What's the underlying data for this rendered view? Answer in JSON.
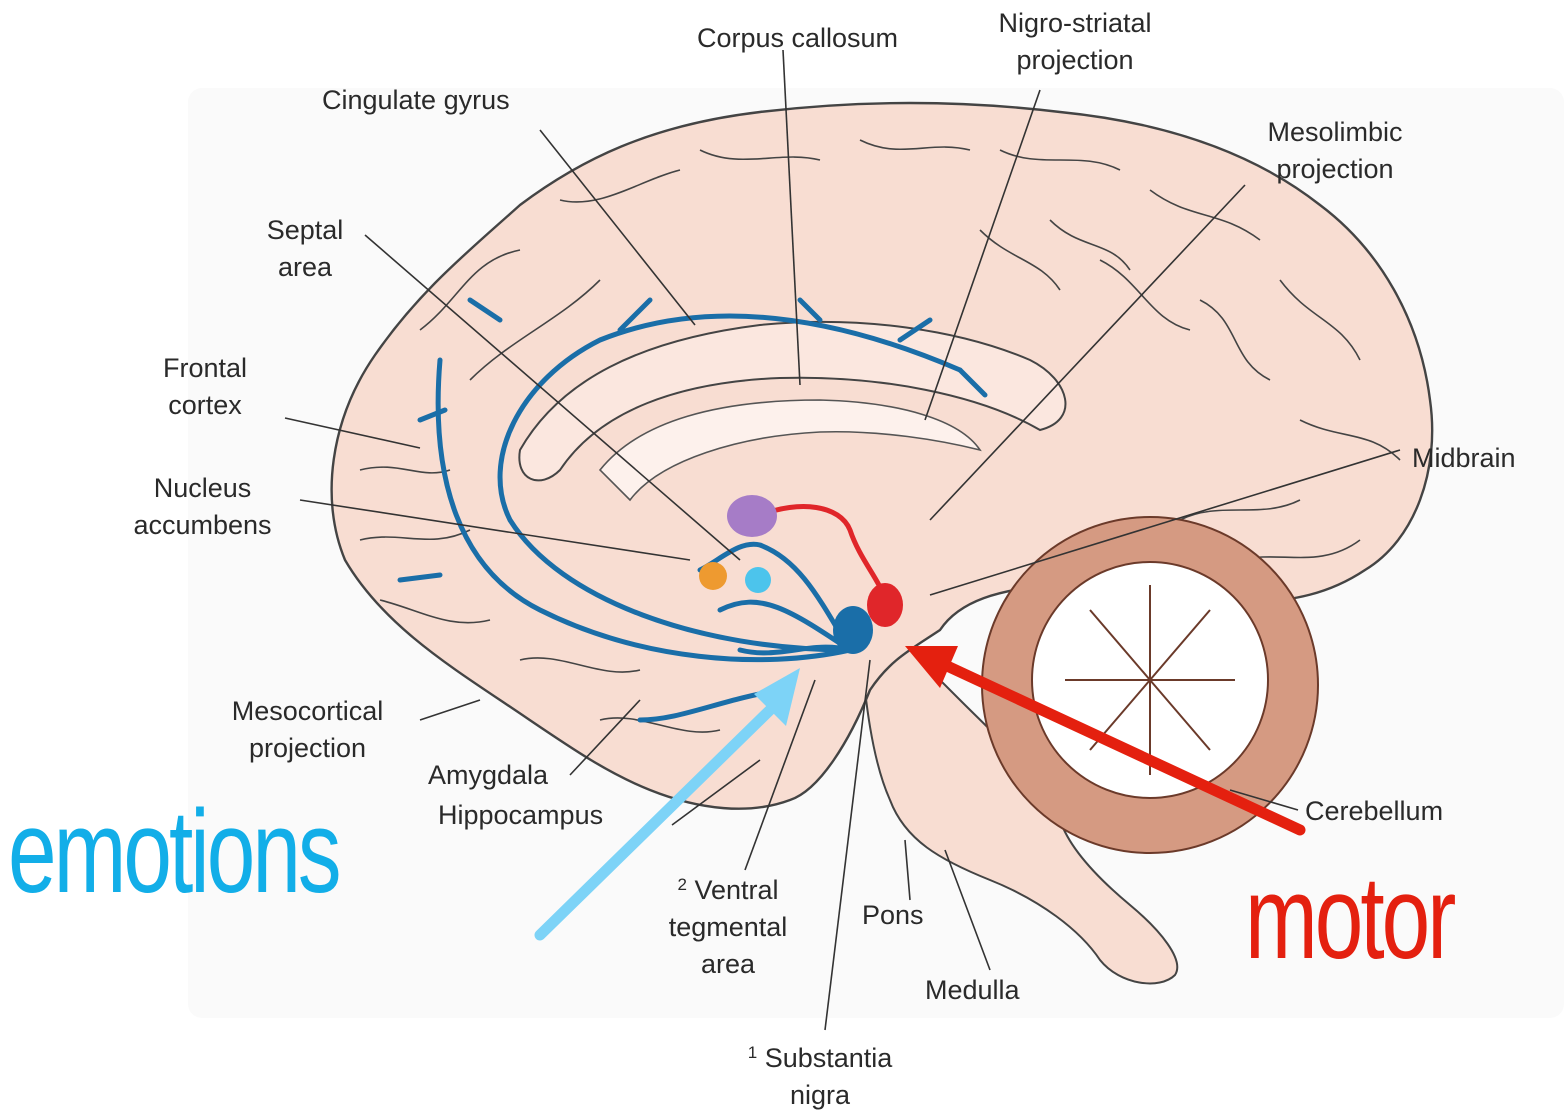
{
  "labels": {
    "corpus_callosum": "Corpus callosum",
    "nigro_striatal": [
      "Nigro-striatal",
      "projection"
    ],
    "cingulate_gyrus": "Cingulate gyrus",
    "mesolimbic": [
      "Mesolimbic",
      "projection"
    ],
    "septal_area": [
      "Septal",
      "area"
    ],
    "frontal_cortex": [
      "Frontal",
      "cortex"
    ],
    "nucleus_accumbens": [
      "Nucleus",
      "accumbens"
    ],
    "midbrain": "Midbrain",
    "mesocortical": [
      "Mesocortical",
      "projection"
    ],
    "amygdala": "Amygdala",
    "hippocampus": "Hippocampus",
    "cerebellum": "Cerebellum",
    "ventral_tegmental": {
      "sup": "2",
      "lines": [
        "Ventral",
        "tegmental",
        "area"
      ]
    },
    "pons": "Pons",
    "medulla": "Medulla",
    "substantia_nigra": {
      "sup": "1",
      "lines": [
        "Substantia",
        "nigra"
      ]
    }
  },
  "annotations": {
    "emotions": {
      "text": "emotions",
      "color": "#12aee8"
    },
    "motor": {
      "text": "motor",
      "color": "#e4200f"
    }
  },
  "colors": {
    "brain_fill": "#f8ddd2",
    "cerebellum_fill": "#d59a82",
    "pathway_blue": "#1a6ea8",
    "pathway_red": "#e0262a",
    "nucleus_purple": "#a67cc7",
    "nucleus_orange": "#ee9a30",
    "nucleus_cyan": "#4cc4ec",
    "arrow_light_blue": "#7dd3f7",
    "arrow_red": "#e4200f",
    "leader_lines": "#333333"
  }
}
